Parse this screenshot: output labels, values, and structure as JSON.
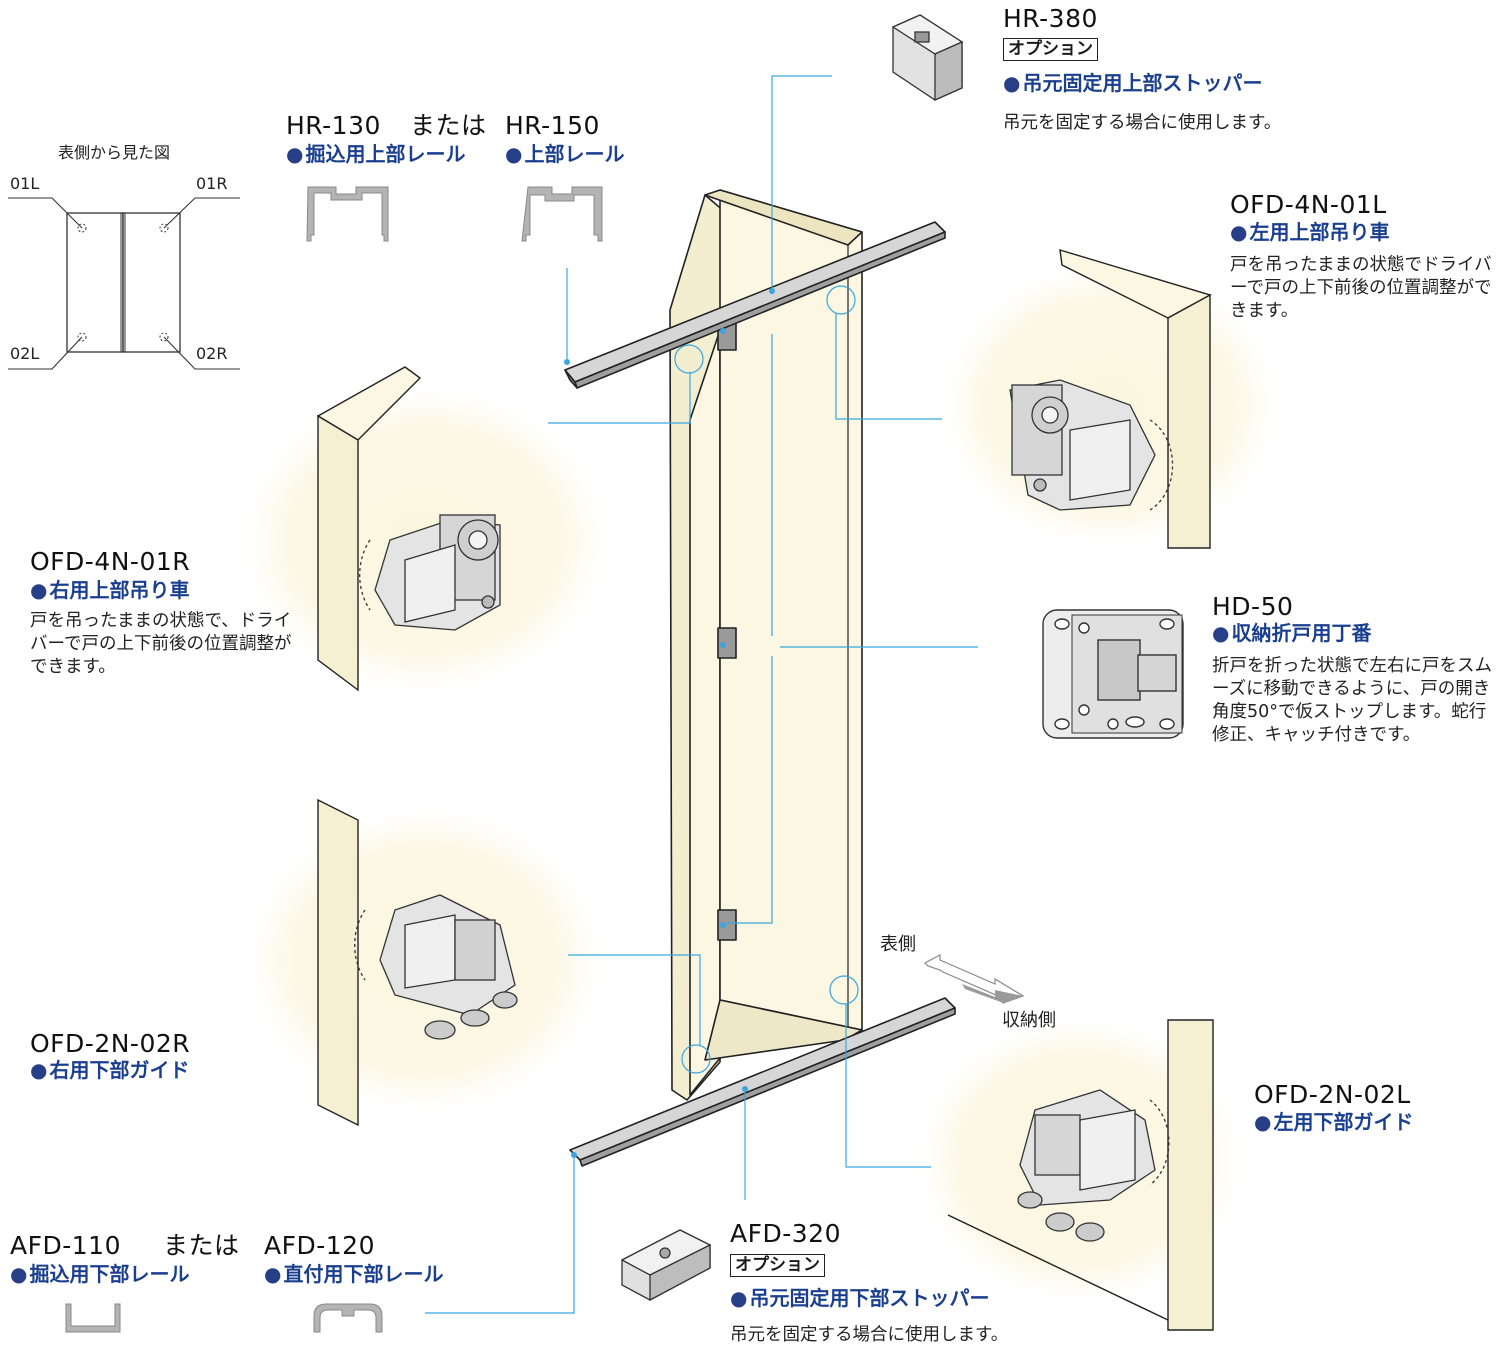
{
  "colors": {
    "door_fill": "#fbf7e2",
    "leader_line": "#3aa6e0",
    "label_blue": "#1b3f8f",
    "hardware_gray": "#8c8c8c"
  },
  "front_view": {
    "title": "表側から見た図",
    "labels": {
      "top_left": "01L",
      "top_right": "01R",
      "bottom_left": "02L",
      "bottom_right": "02R"
    }
  },
  "parts": {
    "hr130": {
      "model": "HR-130",
      "sub": "掘込用上部レール"
    },
    "or_top": "または",
    "hr150": {
      "model": "HR-150",
      "sub": "上部レール"
    },
    "hr380": {
      "model": "HR-380",
      "option": "オプション",
      "sub": "吊元固定用上部ストッパー",
      "desc": "吊元を固定する場合に使用します。"
    },
    "ofd4n01l": {
      "model": "OFD-4N-01L",
      "sub": "左用上部吊り車",
      "desc": "戸を吊ったままの状態でドライバーで戸の上下前後の位置調整ができます。"
    },
    "ofd4n01r": {
      "model": "OFD-4N-01R",
      "sub": "右用上部吊り車",
      "desc": "戸を吊ったままの状態で、ドライバーで戸の上下前後の位置調整ができます。"
    },
    "hd50": {
      "model": "HD-50",
      "sub": "収納折戸用丁番",
      "desc": "折戸を折った状態で左右に戸をスムーズに移動できるように、戸の開き角度50°で仮ストップします。蛇行修正、キャッチ付きです。"
    },
    "ofd2n02r": {
      "model": "OFD-2N-02R",
      "sub": "右用下部ガイド"
    },
    "ofd2n02l": {
      "model": "OFD-2N-02L",
      "sub": "左用下部ガイド"
    },
    "afd110": {
      "model": "AFD-110",
      "sub": "掘込用下部レール"
    },
    "or_bottom": "または",
    "afd120": {
      "model": "AFD-120",
      "sub": "直付用下部レール"
    },
    "afd320": {
      "model": "AFD-320",
      "option": "オプション",
      "sub": "吊元固定用下部ストッパー",
      "desc": "吊元を固定する場合に使用します。"
    }
  },
  "directions": {
    "front": "表側",
    "storage": "収納側"
  }
}
